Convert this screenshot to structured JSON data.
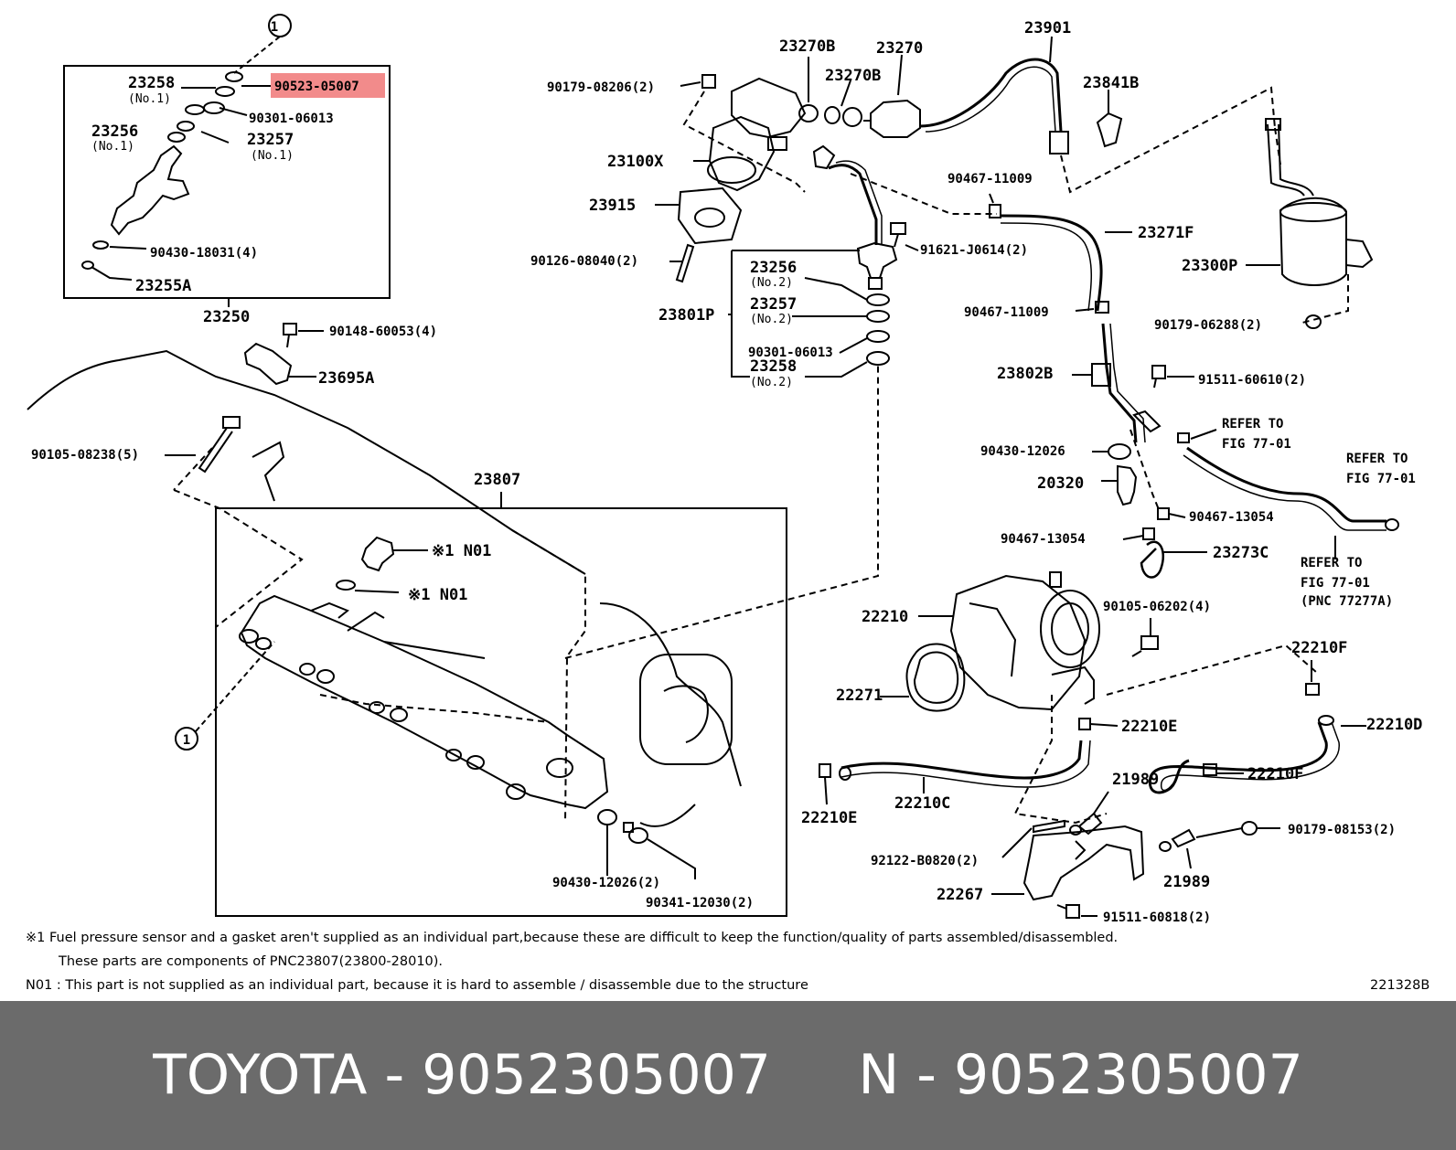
{
  "highlight_color": "#f28b8b",
  "labels": {
    "circle1_top": "1",
    "circle1_left": "1",
    "p23258_no1": "23258",
    "p23258_no1_sub": "(No.1)",
    "p90523": "90523-05007",
    "p90301_a": "90301-06013",
    "p23256_no1": "23256",
    "p23256_no1_sub": "(No.1)",
    "p23257_no1": "23257",
    "p23257_no1_sub": "(No.1)",
    "p90430_18031": "90430-18031(4)",
    "p23255a": "23255A",
    "p23250": "23250",
    "p90148": "90148-60053(4)",
    "p23695a": "23695A",
    "p90105_08238": "90105-08238(5)",
    "p23807": "23807",
    "n01_a_mark": "※1 N01",
    "n01_b_mark": "※1 N01",
    "p90430_12026_b": "90430-12026(2)",
    "p90341": "90341-12030(2)",
    "p90179_08206": "90179-08206(2)",
    "p23270b_a": "23270B",
    "p23270": "23270",
    "p23270b_b": "23270B",
    "p23100x": "23100X",
    "p23915": "23915",
    "p90126": "90126-08040(2)",
    "p23256_no2": "23256",
    "p23256_no2_sub": "(No.2)",
    "p23801p": "23801P",
    "p23257_no2": "23257",
    "p23257_no2_sub": "(No.2)",
    "p90301_b": "90301-06013",
    "p23258_no2": "23258",
    "p23258_no2_sub": "(No.2)",
    "p91621": "91621-J0614(2)",
    "p23901": "23901",
    "p23841b": "23841B",
    "p90467_11009_a": "90467-11009",
    "p23271f": "23271F",
    "p90467_11009_b": "90467-11009",
    "p23300p": "23300P",
    "p90179_06288": "90179-06288(2)",
    "p23802b": "23802B",
    "p91511_60610": "91511-60610(2)",
    "refer1_a": "REFER TO",
    "refer1_b": "FIG 77-01",
    "p90430_12026_a": "90430-12026",
    "refer2_a": "REFER TO",
    "refer2_b": "FIG 77-01",
    "p20320": "20320",
    "p90467_13054_a": "90467-13054",
    "p90467_13054_b": "90467-13054",
    "p23273c": "23273C",
    "refer3_a": "REFER TO",
    "refer3_b": "FIG 77-01",
    "refer3_c": "(PNC 77277A)",
    "p22210": "22210",
    "p90105_06202": "90105-06202(4)",
    "p22210f_a": "22210F",
    "p22271": "22271",
    "p22210e_a": "22210E",
    "p22210d": "22210D",
    "p22210f_b": "22210F",
    "p22210e_b": "22210E",
    "p22210c": "22210C",
    "p21989_a": "21989",
    "p90179_08153": "90179-08153(2)",
    "p92122": "92122-B0820(2)",
    "p21989_b": "21989",
    "p22267": "22267",
    "p91511_60818": "91511-60818(2)"
  },
  "notes": {
    "note1_line1": "※1  Fuel pressure sensor and a gasket aren't supplied as an individual part,because these are difficult to keep the function/quality of parts assembled/disassembled.",
    "note1_line2": "These parts are components of PNC23807(23800-28010).",
    "note2": "N01 : This part is not supplied as an individual part, because it is hard to assemble / disassemble due to the structure",
    "figure_code": "221328B"
  },
  "footer": {
    "text": "TOYOTA - 9052305007     N - 9052305007"
  }
}
